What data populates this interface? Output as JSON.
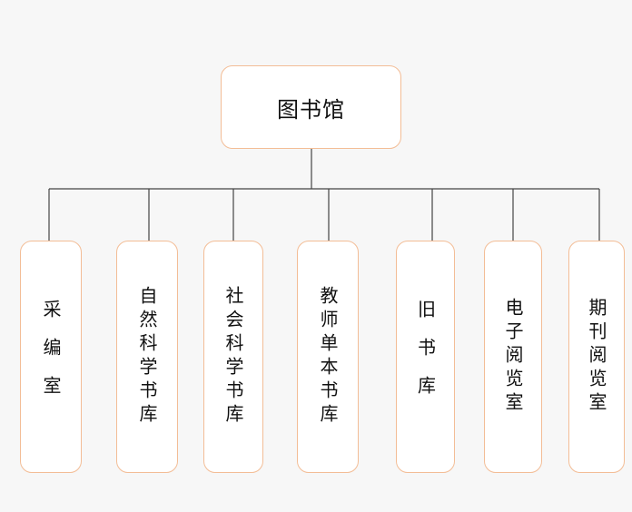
{
  "diagram": {
    "root": {
      "label": "图书馆"
    },
    "children": [
      {
        "id": "caibianshi",
        "label": "采编室",
        "style": "spaced"
      },
      {
        "id": "ziran-kexue-shuku",
        "label": "自然科学书库",
        "style": "dense"
      },
      {
        "id": "shehui-kexue-shuku",
        "label": "社会科学书库",
        "style": "dense"
      },
      {
        "id": "jiaoshi-danben-shuku",
        "label": "教师单本书库",
        "style": "dense"
      },
      {
        "id": "jiu-shuku",
        "label": "旧书库",
        "style": "spaced"
      },
      {
        "id": "dianzi-yuelanshi",
        "label": "电子阅览室",
        "style": "dense"
      },
      {
        "id": "qikan-yuelanshi",
        "label": "期刊阅览室",
        "style": "dense"
      }
    ],
    "colors": {
      "node_border": "#f3bd96",
      "connector": "#444444",
      "background": "#f7f7f7"
    }
  }
}
